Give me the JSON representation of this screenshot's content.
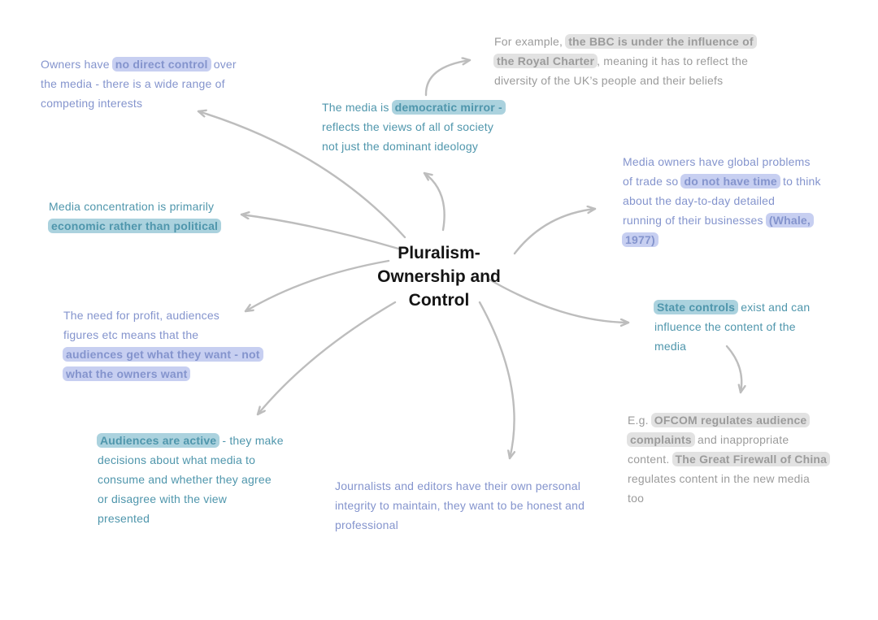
{
  "title": {
    "lines": [
      "Pluralism-",
      "Ownership and",
      "Control"
    ]
  },
  "colors": {
    "periwinkle_text": "#8494cd",
    "periwinkle_highlight": "#c7cff1",
    "teal_text": "#4f96ac",
    "teal_highlight": "#abd2de",
    "grey_text": "#9b9b9b",
    "grey_highlight": "#e2e2e2",
    "arrow": "#bdbdbd",
    "title_text": "#141414",
    "background": "#ffffff"
  },
  "nodes": [
    {
      "id": "owners",
      "theme": "periwinkle",
      "lines": [
        [
          {
            "t": "Owners have ",
            "hl": false
          },
          {
            "t": "no direct control",
            "hl": true
          },
          {
            "t": " over",
            "hl": false
          }
        ],
        [
          {
            "t": "the media - there is a wide range of",
            "hl": false
          }
        ],
        [
          {
            "t": "competing interests",
            "hl": false
          }
        ]
      ]
    },
    {
      "id": "democratic-mirror",
      "theme": "teal",
      "lines": [
        [
          {
            "t": "The media is ",
            "hl": false
          },
          {
            "t": "democratic mirror -",
            "hl": true
          }
        ],
        [
          {
            "t": "reflects the views of all of society",
            "hl": false
          }
        ],
        [
          {
            "t": "not just the dominant ideology",
            "hl": false
          }
        ]
      ]
    },
    {
      "id": "bbc-example",
      "theme": "grey",
      "lines": [
        [
          {
            "t": "For example, ",
            "hl": false
          },
          {
            "t": "the BBC is under the influence of",
            "hl": true
          }
        ],
        [
          {
            "t": "the Royal Charter",
            "hl": true
          },
          {
            "t": ", meaning it has to reflect the",
            "hl": false
          }
        ],
        [
          {
            "t": "diversity of the UK’s people and their beliefs",
            "hl": false
          }
        ]
      ]
    },
    {
      "id": "global-problems",
      "theme": "periwinkle",
      "lines": [
        [
          {
            "t": "Media owners have global problems",
            "hl": false
          }
        ],
        [
          {
            "t": "of trade so ",
            "hl": false
          },
          {
            "t": "do not have time",
            "hl": true
          },
          {
            "t": " to think",
            "hl": false
          }
        ],
        [
          {
            "t": "about the day-to-day detailed",
            "hl": false
          }
        ],
        [
          {
            "t": "running of their businesses ",
            "hl": false
          },
          {
            "t": "(Whale,",
            "hl": true
          }
        ],
        [
          {
            "t": "1977)",
            "hl": true
          }
        ]
      ]
    },
    {
      "id": "concentration",
      "theme": "teal",
      "lines": [
        [
          {
            "t": "Media concentration is primarily",
            "hl": false
          }
        ],
        [
          {
            "t": "economic rather than political",
            "hl": true
          }
        ]
      ]
    },
    {
      "id": "profit-audiences",
      "theme": "periwinkle",
      "lines": [
        [
          {
            "t": "The need for profit, audiences",
            "hl": false
          }
        ],
        [
          {
            "t": "figures etc means that the",
            "hl": false
          }
        ],
        [
          {
            "t": "audiences get what they want - not",
            "hl": true
          }
        ],
        [
          {
            "t": "what the owners want",
            "hl": true
          }
        ]
      ]
    },
    {
      "id": "active-audiences",
      "theme": "teal",
      "lines": [
        [
          {
            "t": "Audiences are active",
            "hl": true
          },
          {
            "t": " - they make",
            "hl": false
          }
        ],
        [
          {
            "t": "decisions about what media to",
            "hl": false
          }
        ],
        [
          {
            "t": "consume and whether they agree",
            "hl": false
          }
        ],
        [
          {
            "t": "or disagree with the view",
            "hl": false
          }
        ],
        [
          {
            "t": "presented",
            "hl": false
          }
        ]
      ]
    },
    {
      "id": "journalists",
      "theme": "periwinkle",
      "lines": [
        [
          {
            "t": "Journalists and editors have their own personal",
            "hl": false
          }
        ],
        [
          {
            "t": "integrity to maintain, they want to be honest and",
            "hl": false
          }
        ],
        [
          {
            "t": "professional",
            "hl": false
          }
        ]
      ]
    },
    {
      "id": "state-controls",
      "theme": "teal",
      "lines": [
        [
          {
            "t": "State controls",
            "hl": true
          },
          {
            "t": " exist and can",
            "hl": false
          }
        ],
        [
          {
            "t": "influence the content of the",
            "hl": false
          }
        ],
        [
          {
            "t": "media",
            "hl": false
          }
        ]
      ]
    },
    {
      "id": "ofcom-example",
      "theme": "grey",
      "lines": [
        [
          {
            "t": "E.g. ",
            "hl": false
          },
          {
            "t": "OFCOM regulates audience",
            "hl": true
          }
        ],
        [
          {
            "t": "complaints",
            "hl": true
          },
          {
            "t": " and inappropriate",
            "hl": false
          }
        ],
        [
          {
            "t": "content. ",
            "hl": false
          },
          {
            "t": "The Great Firewall of China",
            "hl": true
          }
        ],
        [
          {
            "t": "regulates content in the new media",
            "hl": false
          }
        ],
        [
          {
            "t": "too",
            "hl": false
          }
        ]
      ]
    }
  ],
  "edges": [
    {
      "from": "central",
      "to": "owners"
    },
    {
      "from": "central",
      "to": "democratic-mirror"
    },
    {
      "from": "democratic-mirror",
      "to": "bbc-example"
    },
    {
      "from": "central",
      "to": "global-problems"
    },
    {
      "from": "central",
      "to": "state-controls"
    },
    {
      "from": "state-controls",
      "to": "ofcom-example"
    },
    {
      "from": "central",
      "to": "journalists"
    },
    {
      "from": "central",
      "to": "active-audiences"
    },
    {
      "from": "central",
      "to": "profit-audiences"
    },
    {
      "from": "central",
      "to": "concentration"
    }
  ]
}
